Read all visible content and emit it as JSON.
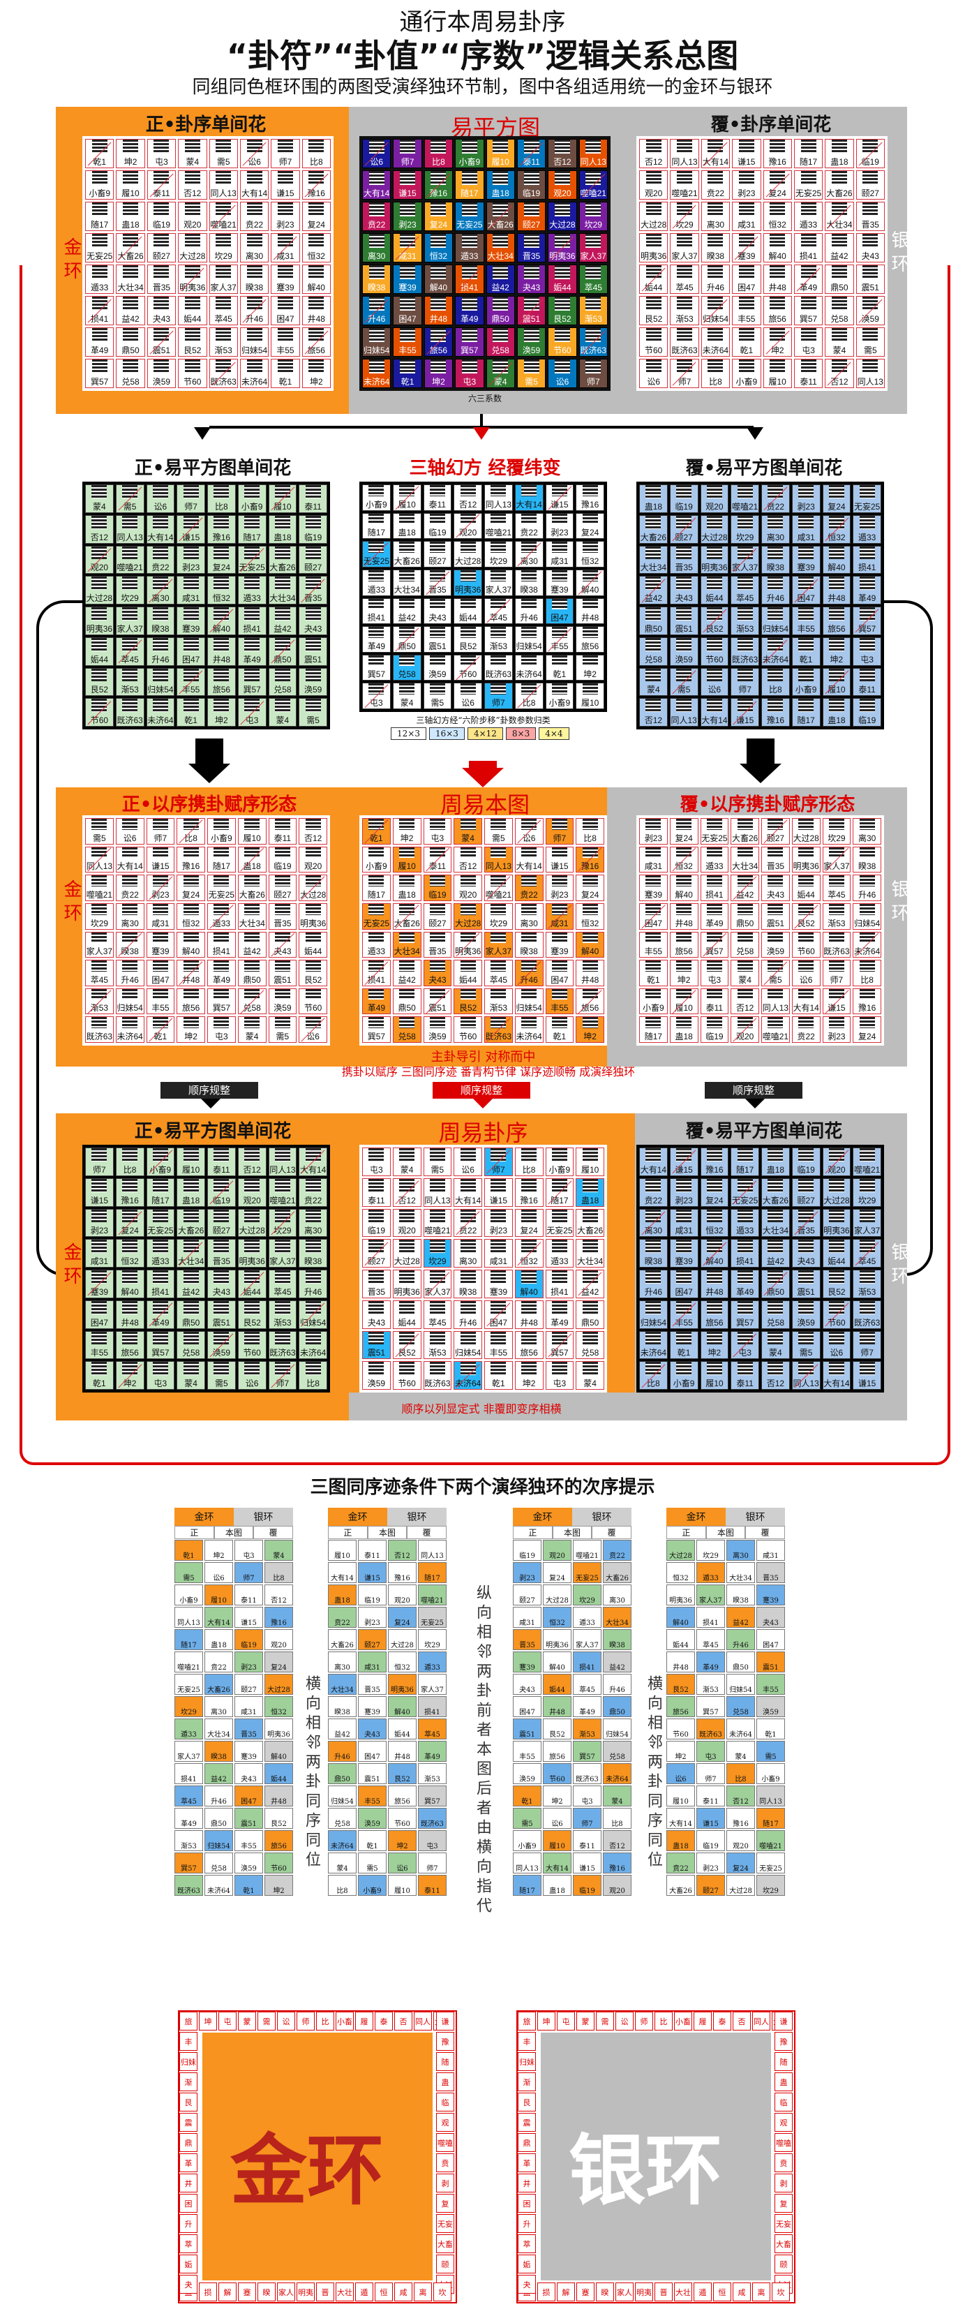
{
  "header": {
    "top": "通行本周易卦序",
    "main": "“卦符”“卦值”“序数”逻辑关系总图",
    "sub": "同组同色框环围的两图受演绎独环节制，图中各组适用统一的金环与银环"
  },
  "labels": {
    "gold_ring": "金环",
    "silver_ring": "银环",
    "row1_left": "正•卦序单间花",
    "row1_center": "易平方图",
    "row1_right": "覆•卦序单间花",
    "row2_left": "正•易平方图单间花",
    "row2_center": "三轴幻方  经覆纬变",
    "row2_right": "覆•易平方图单间花",
    "row3_left": "正•以序携卦赋序形态",
    "row3_center": "周易本图",
    "row3_right": "覆•以序携卦赋序形态",
    "row4_left": "正•易平方图单间花",
    "row4_center": "周易卦序",
    "row4_right": "覆•易平方图单间花",
    "arrow_tag": "顺序规整",
    "row3_note1": "主卦导引  对称而中",
    "row3_note2": "携卦以赋序  三图同序迹  番青构节律  谋序迹顺畅  成演绎独环",
    "row4_note": "顺序以列显定式  非覆即变序相横",
    "bottom_title": "三图同序迹条件下两个演绎独环的次序提示",
    "col_head_gold": "金环",
    "col_head_silver": "银环",
    "col_sub": [
      "正",
      "本图",
      "覆"
    ],
    "side_text_1": "横向相邻两卦同序同位",
    "side_text_2": "纵向相邻两卦前者本图后者由横向指代",
    "side_text_3": "横向相邻两卦同序同位",
    "magic_caption": "三轴幻方经“六阶步移”卦数参数归类",
    "magic_options": [
      "12×3",
      "16×3",
      "4×12",
      "8×3",
      "4×4"
    ],
    "center_caption": "六三系数"
  },
  "hexagrams": [
    "乾1",
    "坤2",
    "屯3",
    "蒙4",
    "需5",
    "讼6",
    "师7",
    "比8",
    "小畜9",
    "履10",
    "泰11",
    "否12",
    "同人13",
    "大有14",
    "谦15",
    "豫16",
    "随17",
    "蛊18",
    "临19",
    "观20",
    "噬嗑21",
    "贲22",
    "剥23",
    "复24",
    "无妄25",
    "大畜26",
    "颐27",
    "大过28",
    "坎29",
    "离30",
    "咸31",
    "恒32",
    "遁33",
    "大壮34",
    "晋35",
    "明夷36",
    "家人37",
    "睽38",
    "蹇39",
    "解40",
    "损41",
    "益42",
    "夬43",
    "姤44",
    "萃45",
    "升46",
    "困47",
    "井48",
    "革49",
    "鼎50",
    "震51",
    "艮52",
    "渐53",
    "归妹54",
    "丰55",
    "旅56",
    "巽57",
    "兑58",
    "涣59",
    "节60",
    "既济63",
    "未济64"
  ],
  "bottom_words": {
    "gold": "金环",
    "silver": "银环"
  }
}
